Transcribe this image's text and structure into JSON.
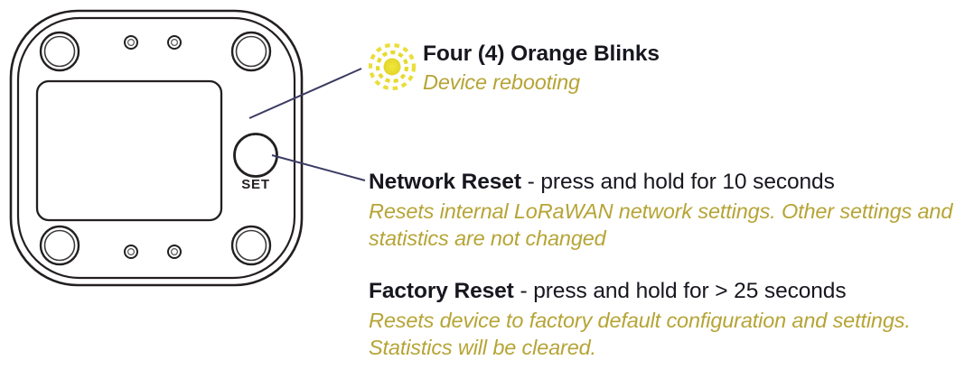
{
  "figure": {
    "name": "device-bottom-view-diagram",
    "set_button_label": "SET",
    "stroke_color": "#231f20",
    "leader_color": "#3c3c64"
  },
  "callouts": [
    {
      "id": "four-orange-blinks",
      "icon": "blinking-led-icon",
      "icon_color": "#e9dd2f",
      "headline_term": "Four (4) Orange Blinks",
      "headline_rest": "",
      "subline": "Device rebooting"
    },
    {
      "id": "network-reset",
      "headline_term": "Network Reset",
      "headline_rest": " - press and hold for 10 seconds",
      "subline": "Resets internal LoRaWAN network settings. Other settings and statistics are not changed"
    },
    {
      "id": "factory-reset",
      "headline_term": "Factory Reset",
      "headline_rest": " - press and hold for > 25 seconds",
      "subline": "Resets device to factory default configuration and settings. Statistics will be cleared."
    }
  ],
  "colors": {
    "heading_text": "#17171f",
    "italic_text": "#b6a436",
    "accent_yellow": "#e9dd2f",
    "leader_line": "#3c3c64",
    "outline": "#231f20"
  }
}
